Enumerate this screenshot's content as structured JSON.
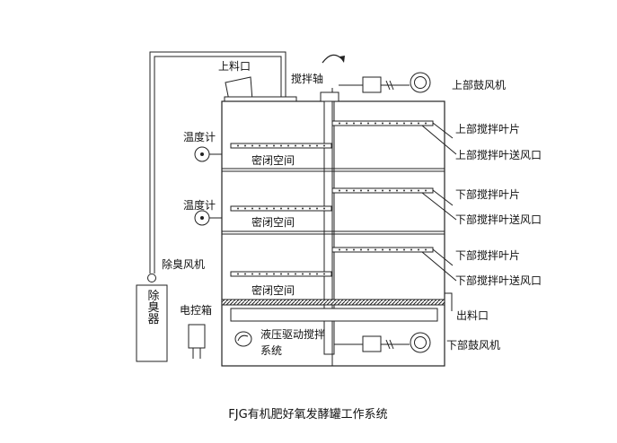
{
  "diagram": {
    "caption": "FJG有机肥好氧发酵罐工作系统",
    "labels": {
      "feed_inlet": "上料口",
      "stir_shaft": "搅拌轴",
      "upper_blower": "上部鼓风机",
      "upper_blade": "上部搅拌叶片",
      "upper_blade_air": "上部搅拌叶送风口",
      "thermometer_1": "温度计",
      "thermometer_2": "温度计",
      "sealed_1": "密闭空间",
      "sealed_2": "密闭空间",
      "sealed_3": "密闭空间",
      "lower_blade_1": "下部搅拌叶片",
      "lower_blade_air_1": "下部搅拌叶送风口",
      "lower_blade_2": "下部搅拌叶片",
      "lower_blade_air_2": "下部搅拌叶送风口",
      "deodor_fan": "除臭风机",
      "deodorizer": "除臭器",
      "control_box": "电控箱",
      "outlet": "出料口",
      "hydraulic_line1": "液压驱动搅拌",
      "hydraulic_line2": "系统",
      "lower_blower": "下部鼓风机"
    }
  }
}
